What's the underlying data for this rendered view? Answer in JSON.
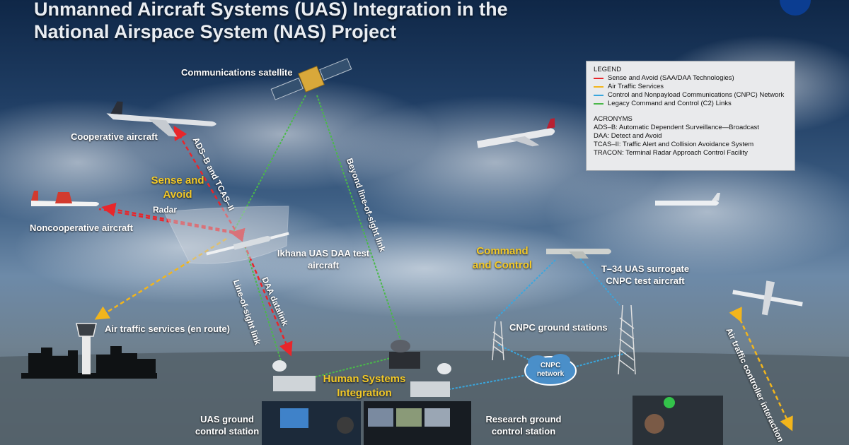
{
  "title": {
    "line1": "Unmanned Aircraft Systems (UAS) Integration in the",
    "line2": "National Airspace System (NAS) Project"
  },
  "logo": {
    "icon": "nasa-meatball-logo"
  },
  "legend": {
    "heading": "LEGEND",
    "items": [
      {
        "label": "Sense and Avoid (SAA/DAA Technologies)",
        "color": "#e8262b"
      },
      {
        "label": "Air Traffic Services",
        "color": "#f2b51c"
      },
      {
        "label": "Control and Nonpayload Communications (CNPC) Network",
        "color": "#3aa6dd"
      },
      {
        "label": "Legacy Command and Control (C2) Links",
        "color": "#4bb84a"
      }
    ],
    "acronyms_heading": "ACRONYMS",
    "acronyms": [
      "ADS–B: Automatic Dependent Surveillance—Broadcast",
      "DAA: Detect and Avoid",
      "TCAS–II: Traffic Alert and Collision Avoidance System",
      "TRACON: Terminal Radar Approach Control Facility"
    ]
  },
  "sections": {
    "sense_avoid": "Sense and Avoid",
    "command_control": "Command and Control",
    "human_systems": "Human Systems Integration"
  },
  "labels": {
    "satellite": "Communications satellite",
    "cooperative": "Cooperative aircraft",
    "noncooperative": "Noncooperative aircraft",
    "radar": "Radar",
    "ikhana": "Ikhana UAS DAA test aircraft",
    "ats": "Air traffic services (en route)",
    "t34": "T–34 UAS surrogate CNPC test aircraft",
    "cnpc_ground": "CNPC ground stations",
    "cnpc_network": "CNPC network",
    "uas_gcs": "UAS ground control station",
    "research_gcs": "Research ground control station"
  },
  "link_labels": {
    "adsb": "ADS–B and TCAS–II",
    "beyond": "Beyond line-of-sight link",
    "los": "Line-of-sight link",
    "daa": "DAA datalink",
    "atc": "Air traffic controller interaction"
  },
  "colors": {
    "saa": "#e8262b",
    "ats": "#f2b51c",
    "cnpc": "#3aa6dd",
    "c2": "#4bb84a",
    "section_text": "#f3c928"
  }
}
